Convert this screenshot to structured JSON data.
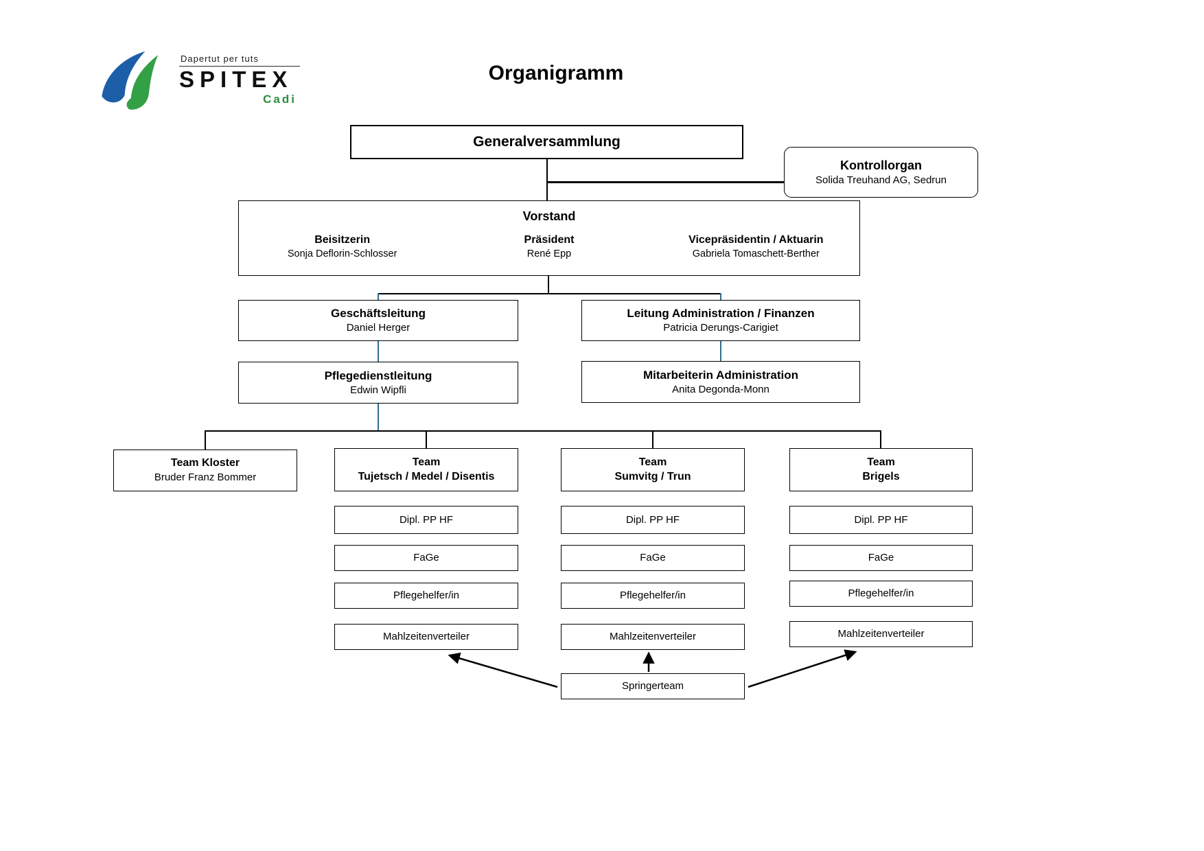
{
  "title": "Organigramm",
  "logo": {
    "tagline": "Dapertut per tuts",
    "brand": "SPITEX",
    "sub": "Cadi"
  },
  "org": {
    "generalversammlung": {
      "title": "Generalversammlung"
    },
    "kontrollorgan": {
      "title": "Kontrollorgan",
      "subtitle": "Solida Treuhand AG, Sedrun"
    },
    "vorstand": {
      "title": "Vorstand",
      "members": [
        {
          "role": "Beisitzerin",
          "name": "Sonja Deflorin-Schlosser"
        },
        {
          "role": "Präsident",
          "name": "René Epp"
        },
        {
          "role": "Vicepräsidentin / Aktuarin",
          "name": "Gabriela Tomaschett-Berther"
        }
      ]
    },
    "geschaeftsleitung": {
      "title": "Geschäftsleitung",
      "name": "Daniel Herger"
    },
    "leitung_administration": {
      "title": "Leitung Administration / Finanzen",
      "name": "Patricia Derungs-Carigiet"
    },
    "pflegedienstleitung": {
      "title": "Pflegedienstleitung",
      "name": "Edwin Wipfli"
    },
    "mitarbeiterin_administration": {
      "title": "Mitarbeiterin Administration",
      "name": "Anita Degonda-Monn"
    },
    "teams": [
      {
        "title": "Team Kloster",
        "subtitle": "Bruder Franz Bommer"
      },
      {
        "title": "Team",
        "subtitle": "Tujetsch / Medel / Disentis"
      },
      {
        "title": "Team",
        "subtitle": "Sumvitg / Trun"
      },
      {
        "title": "Team",
        "subtitle": "Brigels"
      }
    ],
    "staff_roles": [
      "Dipl. PP HF",
      "FaGe",
      "Pflegehelfer/in",
      "Mahlzeitenverteiler"
    ],
    "springerteam": {
      "title": "Springerteam"
    }
  },
  "colors": {
    "logo_blue": "#1c5fa8",
    "logo_green": "#33a046",
    "cadi_green": "#2e8b3c",
    "connector_teal": "#2e6e8e",
    "line_black": "#000000"
  }
}
